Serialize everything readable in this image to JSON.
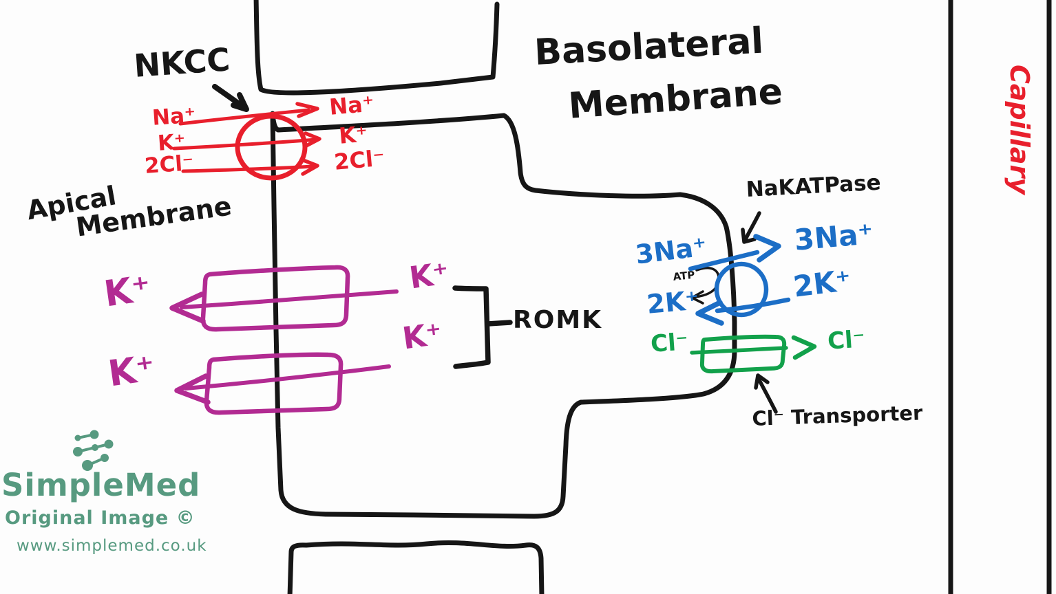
{
  "labels": {
    "nkcc": "NKCC",
    "apical_1": "Apical",
    "apical_2": "Membrane",
    "basolateral_1": "Basolateral",
    "basolateral_2": "Membrane",
    "nakatpase": "NaKATPase",
    "romk": "ROMK",
    "cl_transporter": "Cl⁻ Transporter",
    "capillary": "Capillary",
    "atp": "ATP"
  },
  "ions": {
    "nkcc_left": [
      "Na⁺",
      "K⁺",
      "2Cl⁻"
    ],
    "nkcc_right": [
      "Na⁺",
      "K⁺",
      "2Cl⁻"
    ],
    "romk1_left": "K⁺",
    "romk1_right": "K⁺",
    "romk2_left": "K⁺",
    "romk2_right": "K⁺",
    "pump_na_left": "3Na⁺",
    "pump_na_right": "3Na⁺",
    "pump_k_left": "2K⁺",
    "pump_k_right": "2K⁺",
    "cl_left": "Cl⁻",
    "cl_right": "Cl⁻"
  },
  "watermark": {
    "brand": "SimpleMed",
    "caption": "Original Image ©",
    "website": "www.simplemed.co.uk"
  },
  "colors": {
    "ink": "#161616",
    "red": "#e81f2c",
    "magenta": "#b22b92",
    "blue": "#1c6ec6",
    "green": "#12a14b",
    "teal": "#579a80",
    "background": "#fdfdfd"
  }
}
